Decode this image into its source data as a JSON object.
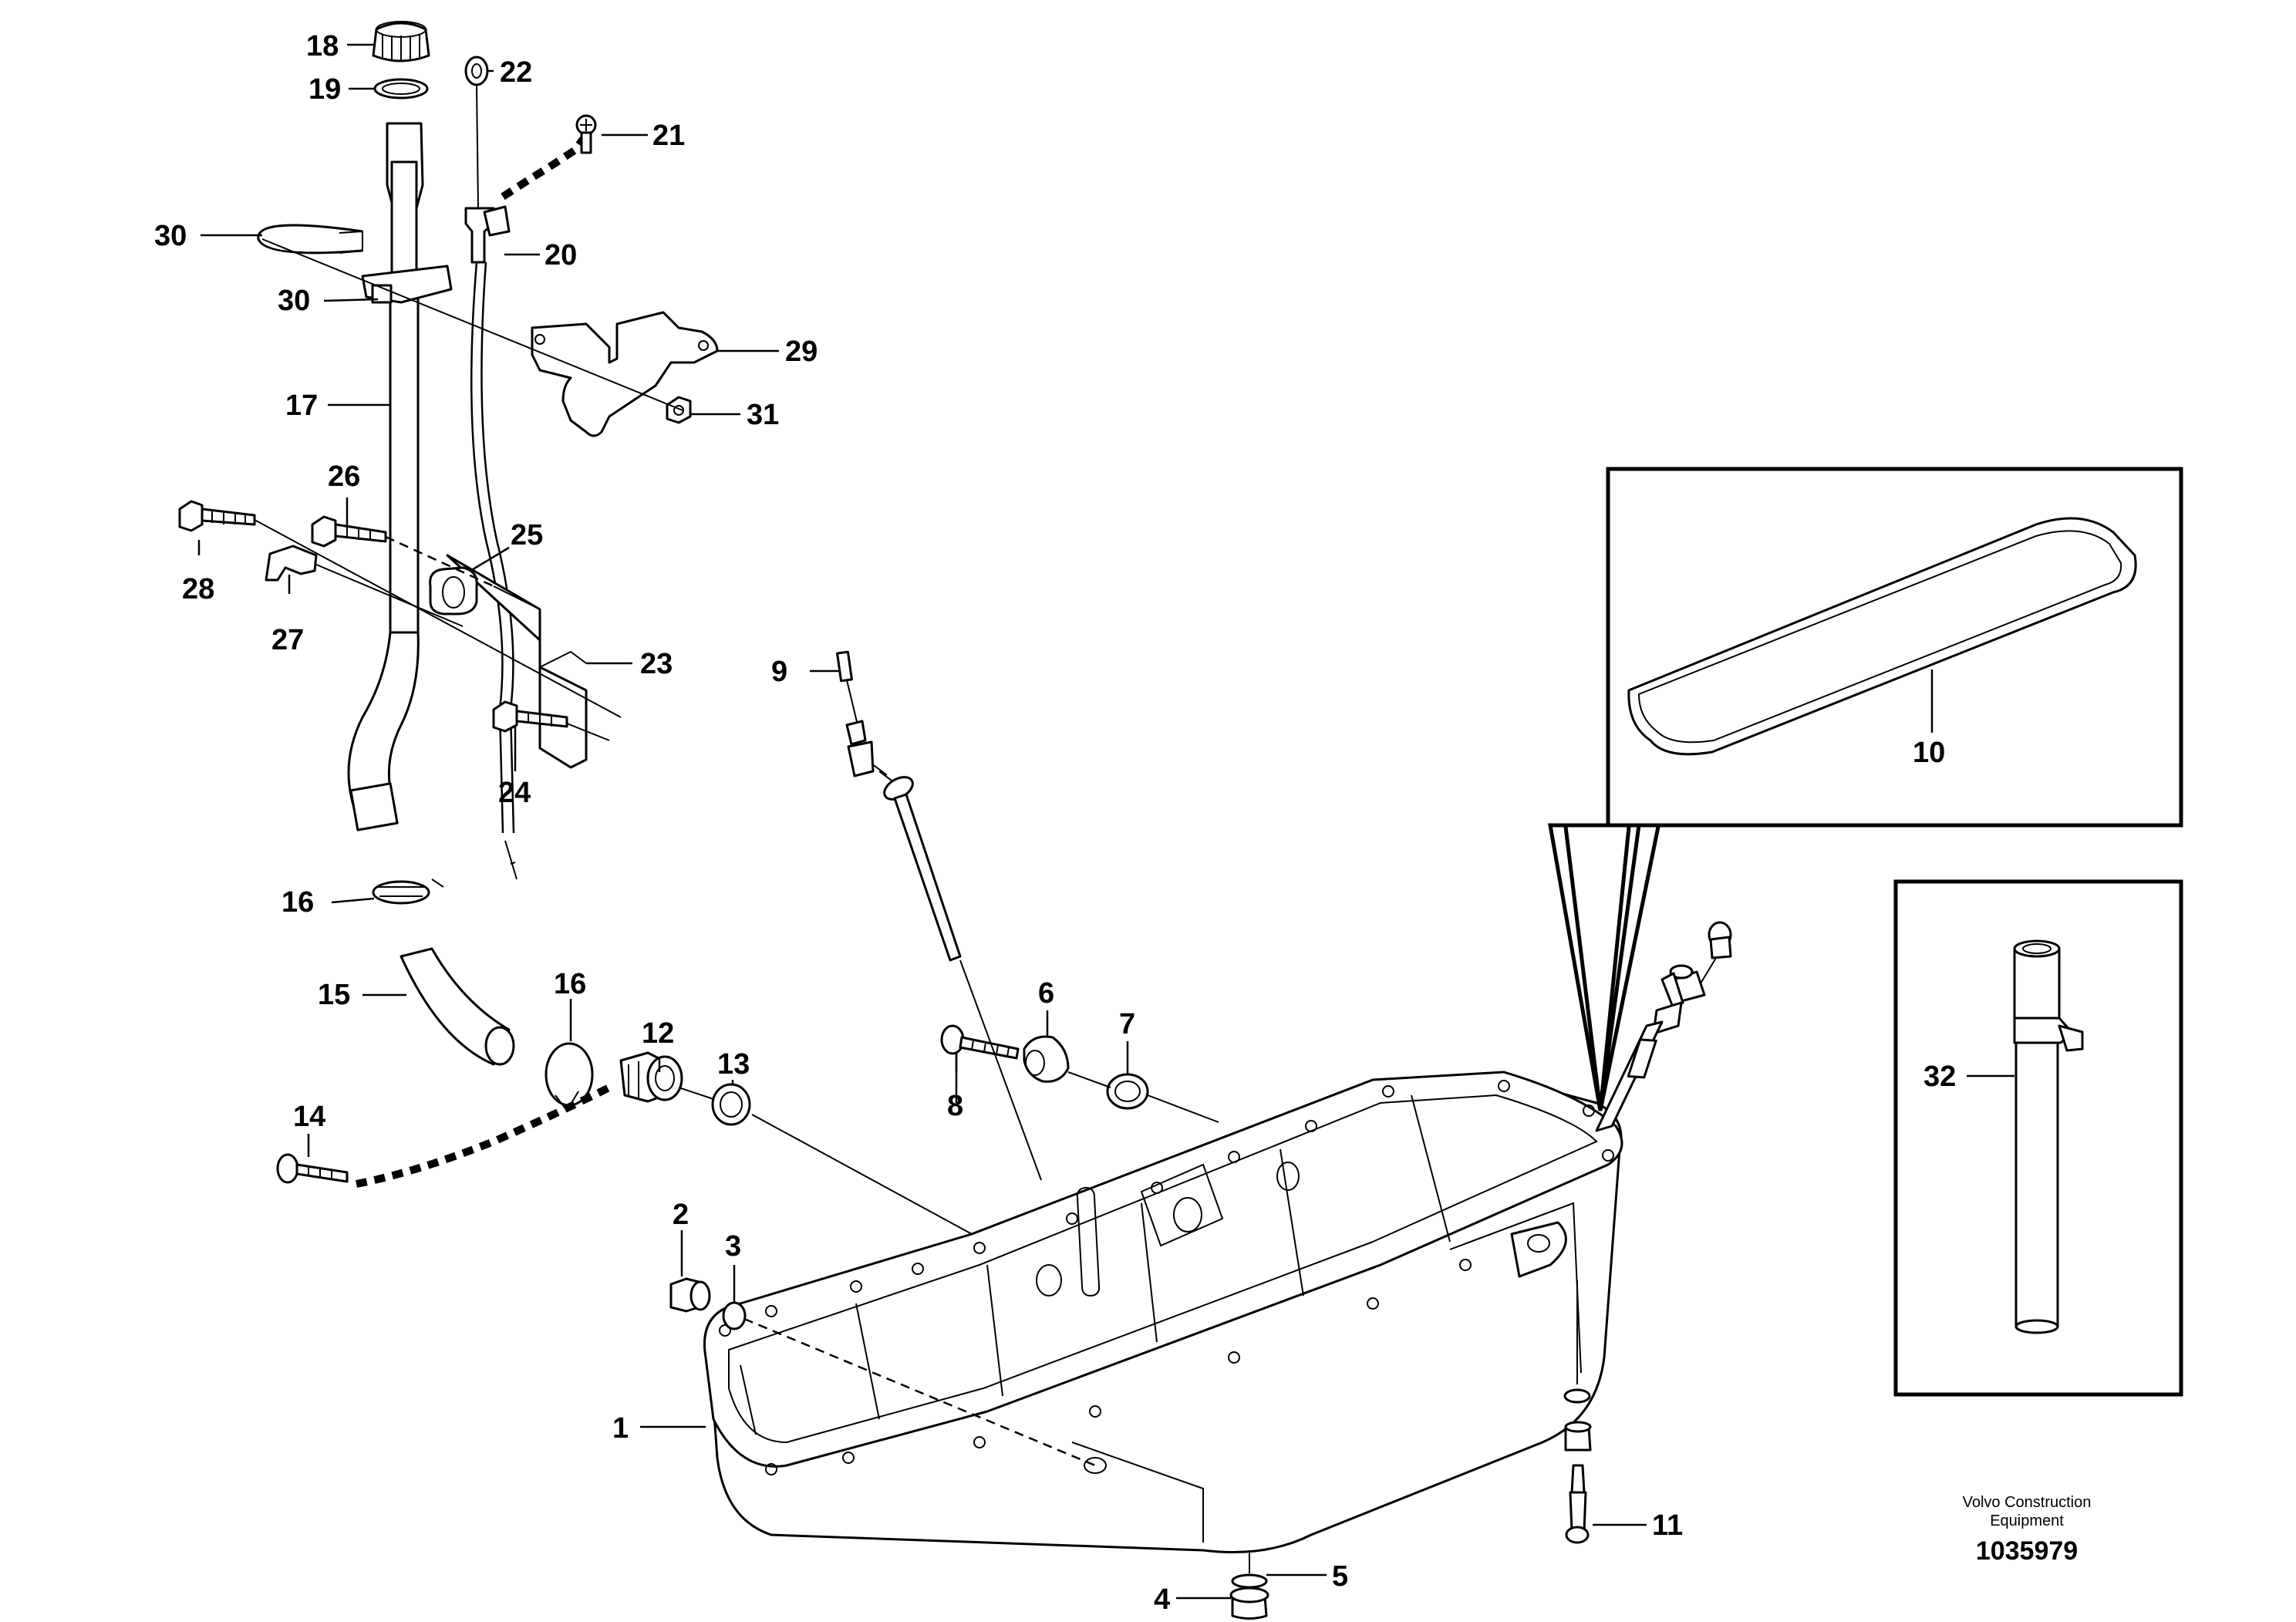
{
  "callouts": {
    "c1": "1",
    "c2": "2",
    "c3": "3",
    "c4": "4",
    "c5": "5",
    "c6": "6",
    "c7": "7",
    "c8": "8",
    "c9": "9",
    "c10": "10",
    "c11": "11",
    "c12": "12",
    "c13": "13",
    "c14": "14",
    "c15": "15",
    "c16a": "16",
    "c16b": "16",
    "c17": "17",
    "c18": "18",
    "c19": "19",
    "c20": "20",
    "c21": "21",
    "c22": "22",
    "c23": "23",
    "c24": "24",
    "c25": "25",
    "c26": "26",
    "c27": "27",
    "c28": "28",
    "c29": "29",
    "c30a": "30",
    "c30b": "30",
    "c31": "31",
    "c32": "32"
  },
  "footer": {
    "company_line1": "Volvo Construction",
    "company_line2": "Equipment",
    "document_number": "1035979"
  }
}
